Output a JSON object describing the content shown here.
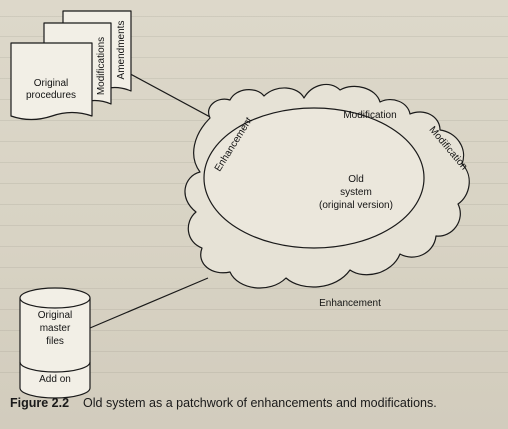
{
  "diagram": {
    "stack_docs": {
      "doc1": "Original procedures",
      "doc2": "Modifications",
      "doc3": "Amendments"
    },
    "cloud": {
      "center_label": [
        "Old",
        "system",
        "(original version)"
      ],
      "blobs": {
        "top_left": "Enhancement",
        "top": "Modification",
        "right": "Modification",
        "bottom": "Enhancement"
      }
    },
    "cylinder": {
      "label": [
        "Original",
        "master",
        "files"
      ],
      "bottom_label": "Add on"
    }
  },
  "caption": {
    "figure": "Figure 2.2",
    "text": "Old system as a patchwork of enhancements and modifications."
  }
}
